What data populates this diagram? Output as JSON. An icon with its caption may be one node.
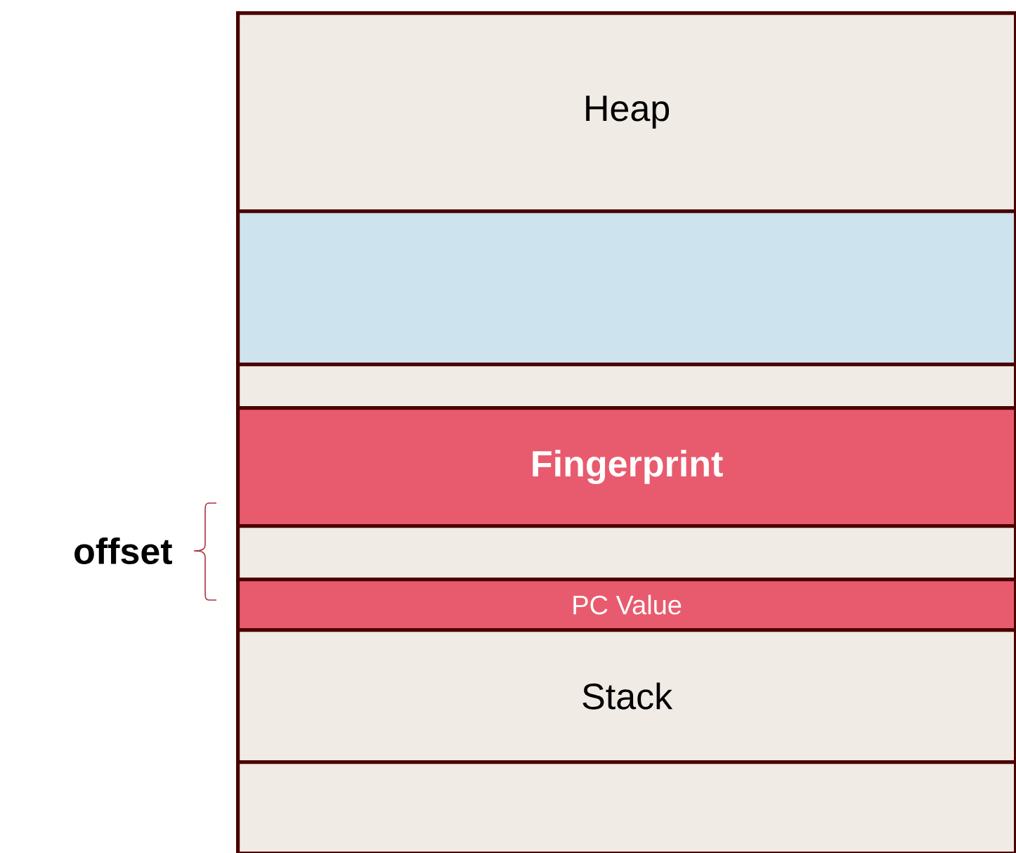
{
  "diagram": {
    "nodes": [
      {
        "text": [
          "Heap"
        ]
      },
      {
        "text": [],
        "shape": "box"
      },
      {
        "text": [],
        "shape": "box"
      },
      {
        "text": [
          "Fingerprint"
        ]
      },
      {
        "text": [],
        "shape": "box"
      },
      {
        "text": [
          "PC Value"
        ]
      },
      {
        "text": [
          "Stack"
        ]
      },
      {
        "text": [],
        "shape": "box"
      }
    ],
    "labels": [
      "offset"
    ]
  }
}
